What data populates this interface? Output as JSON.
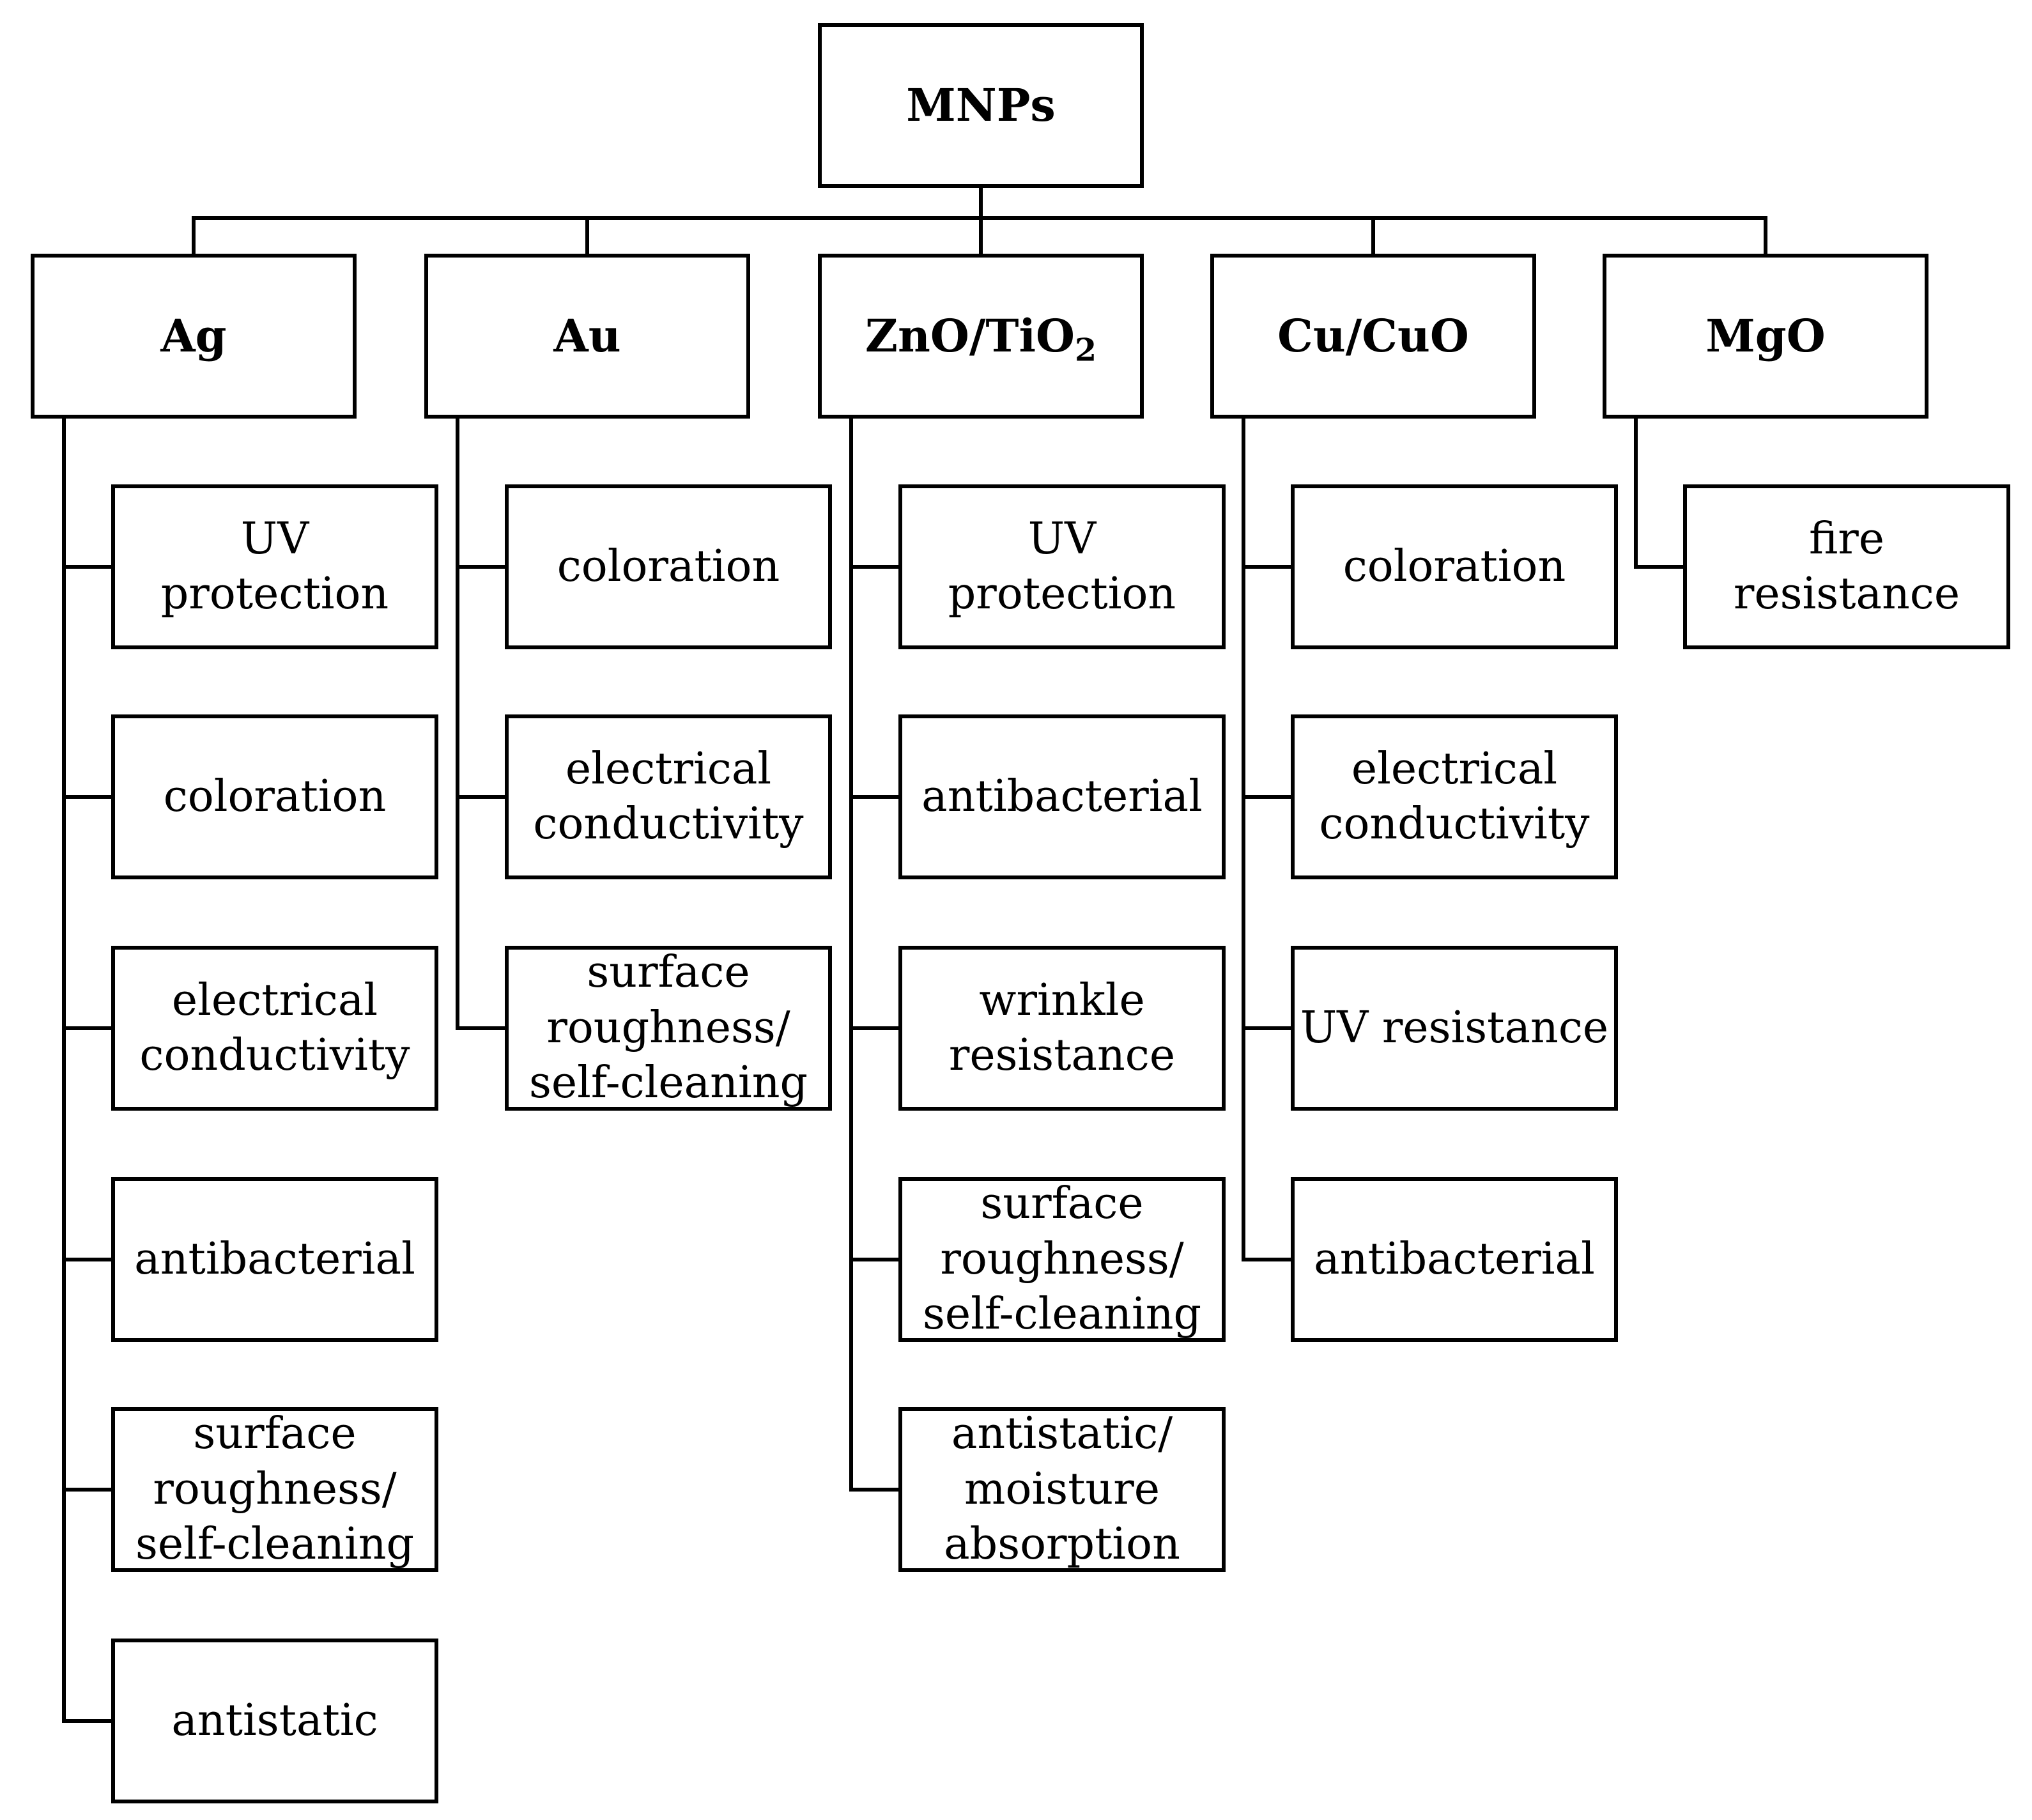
{
  "root": {
    "label": "MNPs"
  },
  "categories": [
    {
      "label": "Ag",
      "items": [
        "UV protection",
        "coloration",
        "electrical\nconductivity",
        "antibacterial",
        "surface\nroughness/\nself-cleaning",
        "antistatic"
      ]
    },
    {
      "label": "Au",
      "items": [
        "coloration",
        "electrical\nconductivity",
        "surface\nroughness/\nself-cleaning"
      ]
    },
    {
      "label": "ZnO/TiO",
      "label_subscript": "2",
      "items": [
        "UV protection",
        "antibacterial",
        "wrinkle\nresistance",
        "surface\nroughness/\nself-cleaning",
        "antistatic/\nmoisture\nabsorption"
      ]
    },
    {
      "label": "Cu/CuO",
      "items": [
        "coloration",
        "electrical\nconductivity",
        "UV resistance",
        "antibacterial"
      ]
    },
    {
      "label": "MgO",
      "items": [
        "fire resistance"
      ]
    }
  ]
}
